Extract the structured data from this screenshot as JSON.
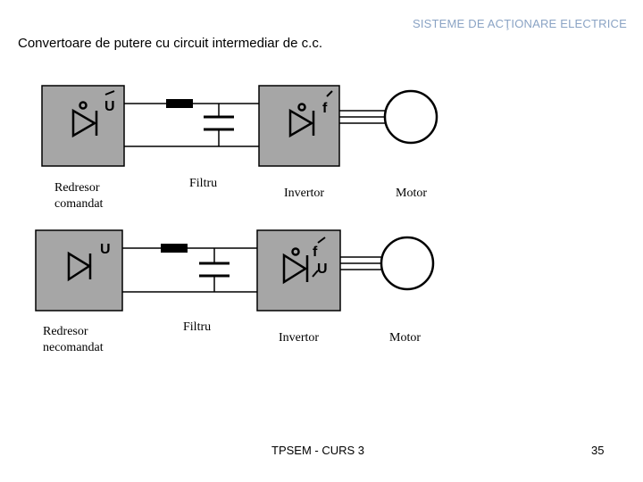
{
  "header": {
    "title": "SISTEME DE ACŢIONARE ELECTRICE"
  },
  "slide": {
    "subtitle": "Convertoare de putere cu circuit intermediar de c.c."
  },
  "diagram_top": {
    "rectifier": {
      "label_line1": "Redresor",
      "label_line2": "comandat",
      "symbol": "U"
    },
    "filter": {
      "label": "Filtru"
    },
    "inverter": {
      "label": "Invertor",
      "symbol": "f"
    },
    "motor": {
      "label": "Motor"
    }
  },
  "diagram_bottom": {
    "rectifier": {
      "label_line1": "Redresor",
      "label_line2": "necomandat",
      "symbol": "U"
    },
    "filter": {
      "label": "Filtru"
    },
    "inverter": {
      "label": "Invertor",
      "symbol_f": "f",
      "symbol_u": "U"
    },
    "motor": {
      "label": "Motor"
    }
  },
  "footer": {
    "course": "TPSEM - CURS 3",
    "page": "35"
  }
}
